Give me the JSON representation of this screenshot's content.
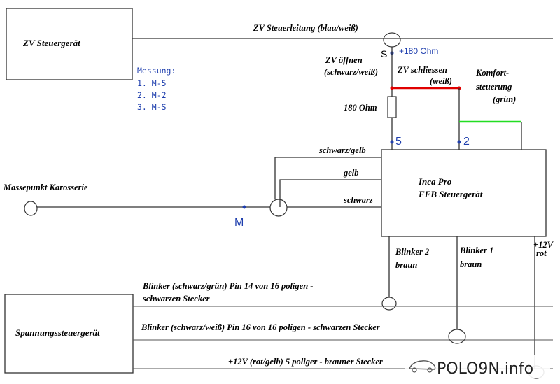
{
  "boxes": {
    "zv_steuergeraet": "ZV Steuergerät",
    "inca_line1": "Inca Pro",
    "inca_line2": "FFB Steuergerät",
    "spannungs": "Spannungssteuergerät"
  },
  "wires": {
    "zv_steuerleitung": "ZV Steuerleitung (blau/weiß)",
    "zv_oeffnen_1": "ZV öffnen",
    "zv_oeffnen_2": "(schwarz/weiß)",
    "zv_schliessen_1": "ZV schliessen",
    "zv_schliessen_2": "(weiß)",
    "komfort_1": "Komfort-",
    "komfort_2": "steuerung",
    "komfort_3": "(grün)",
    "resistor_label": "180 Ohm",
    "s_ohm": "+180 Ohm",
    "schwarz_gelb": "schwarz/gelb",
    "gelb": "gelb",
    "schwarz": "schwarz",
    "massepunkt": "Massepunkt Karosserie",
    "blinker2_1": "Blinker 2",
    "blinker2_2": "braun",
    "blinker1_1": "Blinker 1",
    "blinker1_2": "braun",
    "plus12_1": "+12V",
    "plus12_2": "rot",
    "blinker_sg_1": "Blinker (schwarz/grün) Pin 14 von 16 poligen -",
    "blinker_sg_2": "schwarzen Stecker",
    "blinker_sw": "Blinker (schwarz/weiß) Pin 16 von 16 poligen - schwarzen Stecker",
    "plus12_rotgelb": "+12V (rot/gelb) 5 poliger - brauner Stecker"
  },
  "measurement": {
    "title": "Messung:",
    "items": [
      "1. M-5",
      "2. M-2",
      "3. M-S"
    ]
  },
  "points": {
    "s": "S",
    "pin5": "5",
    "pin2": "2",
    "m": "M"
  },
  "watermark": "POLO9N.info",
  "colors": {
    "red_wire": "#e00000",
    "green_wire": "#22dd22",
    "blue_label": "#1f3fae"
  }
}
